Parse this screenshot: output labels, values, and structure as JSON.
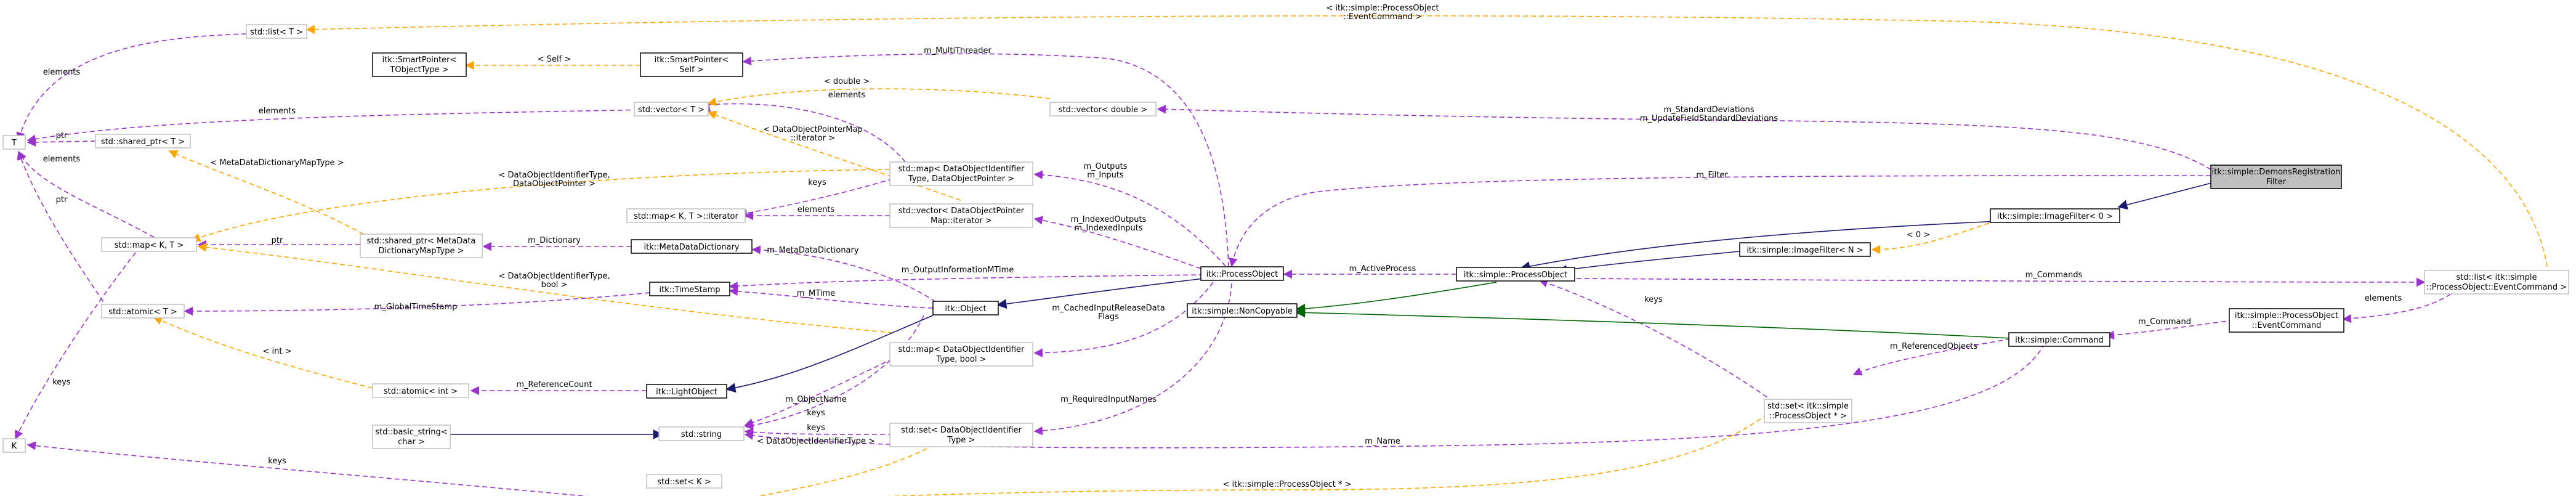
{
  "nodes": {
    "demons": [
      "itk::simple::DemonsRegistration",
      "Filter"
    ],
    "imagefilter0": [
      "itk::simple::ImageFilter< 0 >"
    ],
    "imagefilterN": [
      "itk::simple::ImageFilter< N >"
    ],
    "processobject": [
      "itk::simple::ProcessObject"
    ],
    "command": [
      "itk::simple::Command"
    ],
    "noncopyable": [
      "itk::simple::NonCopyable"
    ],
    "eventcommand": [
      "itk::simple::ProcessObject",
      "::EventCommand"
    ],
    "listEventCommand": [
      "std::list< itk::simple",
      "::ProcessObject::EventCommand >"
    ],
    "setProcessObject": [
      "std::set< itk::simple",
      "::ProcessObject * >"
    ],
    "stdvectorDouble": [
      "std::vector< double >"
    ],
    "mapDataObjectPointer": [
      "std::map< DataObjectIdentifier",
      "Type, DataObjectPointer >"
    ],
    "vectorDataObjectPointerMap": [
      "std::vector< DataObjectPointer",
      "Map::iterator >"
    ],
    "mapKTiterator": [
      "std::map< K, T >::iterator"
    ],
    "metadataDictionary": [
      "itk::MetaDataDictionary"
    ],
    "timestamp": [
      "itk::TimeStamp"
    ],
    "object": [
      "itk::Object"
    ],
    "lightobject": [
      "itk::LightObject"
    ],
    "mapDataObjectBool": [
      "std::map< DataObjectIdentifier",
      "Type, bool >"
    ],
    "stdstring": [
      "std::string"
    ],
    "setDataObjectIdentifier": [
      "std::set< DataObjectIdentifier",
      "Type >"
    ],
    "basicString": [
      "std::basic_string<",
      "char >"
    ],
    "setK": [
      "std::set< K >"
    ],
    "K": [
      "K"
    ],
    "T": [
      "T"
    ],
    "atomicT": [
      "std::atomic< T >"
    ],
    "atomicInt": [
      "std::atomic< int >"
    ],
    "mapKT": [
      "std::map< K, T >"
    ],
    "sharedPtrMetaData": [
      "std::shared_ptr< MetaData",
      "DictionaryMapType >"
    ],
    "sharedPtrT": [
      "std::shared_ptr< T >"
    ],
    "stdvectorT": [
      "std::vector< T >"
    ],
    "smartPointerSelf": [
      "itk::SmartPointer<",
      "Self >"
    ],
    "smartPointerTObject": [
      "itk::SmartPointer<",
      "TObjectType >"
    ],
    "stdlistT": [
      "std::list< T >"
    ]
  },
  "edge_labels": {
    "eventCommandList": [
      "< itk::simple::ProcessObject",
      "::EventCommand >"
    ],
    "multiThreader": [
      "m_MultiThreader"
    ],
    "selfTpl": [
      "< Self >"
    ],
    "elementsList": [
      "elements"
    ],
    "elementsSmartPtr": [
      "elements"
    ],
    "doubleTpl": [
      "< double >"
    ],
    "elementsVector": [
      "elements"
    ],
    "stdDeviations": [
      "m_StandardDeviations",
      "m_UpdateFieldStandardDeviations"
    ],
    "ptrShared": [
      "ptr"
    ],
    "metaDictMapTypeTpl": [
      "< MetaDataDictionaryMapType >"
    ],
    "dataObjPtrMapIterTpl": [
      "< DataObjectPointerMap",
      "::iterator >"
    ],
    "elementsT": [
      "elements"
    ],
    "filter": [
      "m_Filter"
    ],
    "dataObjIdTypePtrTpl": [
      "< DataObjectIdentifierType,",
      "DataObjectPointer >"
    ],
    "outputsInputs": [
      "m_Outputs",
      "m_Inputs"
    ],
    "keysMap": [
      "keys"
    ],
    "elementsIter": [
      "elements"
    ],
    "zeroTpl": [
      "< 0 >"
    ],
    "indexedOutputs": [
      "m_IndexedOutputs",
      "m_IndexedInputs"
    ],
    "ptrT": [
      "ptr"
    ],
    "ptrDict": [
      "ptr"
    ],
    "dictionary": [
      "m_Dictionary"
    ],
    "activeProcess": [
      "m_ActiveProcess"
    ],
    "commands": [
      "m_Commands"
    ],
    "outputInfoMTime": [
      "m_OutputInformationMTime"
    ],
    "metaDataDictionary": [
      "m_MetaDataDictionary"
    ],
    "dataObjIdBoolTpl": [
      "< DataObjectIdentifierType,",
      "bool >"
    ],
    "mtime": [
      "m_MTime"
    ],
    "globalTimeStamp": [
      "m_GlobalTimeStamp"
    ],
    "cachedInput": [
      "m_CachedInputReleaseData",
      "Flags"
    ],
    "keysPO": [
      "keys"
    ],
    "elementsEC": [
      "elements"
    ],
    "command": [
      "m_Command"
    ],
    "intTpl": [
      "< int >"
    ],
    "referenceCount": [
      "m_ReferenceCount"
    ],
    "referencedObjects": [
      "m_ReferencedObjects"
    ],
    "keysLeft": [
      "keys"
    ],
    "objectName": [
      "m_ObjectName"
    ],
    "requiredInputNames": [
      "m_RequiredInputNames"
    ],
    "keysStrBool": [
      "keys"
    ],
    "keysStrSet": [
      "keys"
    ],
    "dataObjIdTpl": [
      "< DataObjectIdentifierType >"
    ],
    "name": [
      "m_Name"
    ],
    "keysSetK": [
      "keys"
    ],
    "processObjectPtrTpl": [
      "< itk::simple::ProcessObject * >"
    ]
  },
  "colors": {
    "member_edge": "#9a32cd",
    "template_edge": "#ffa500",
    "inherit_public": "#191970",
    "inherit_private": "#006400",
    "focus_fill": "#bfbfbf",
    "node_border": "#bfbfbf",
    "documented_border": "#000000"
  }
}
